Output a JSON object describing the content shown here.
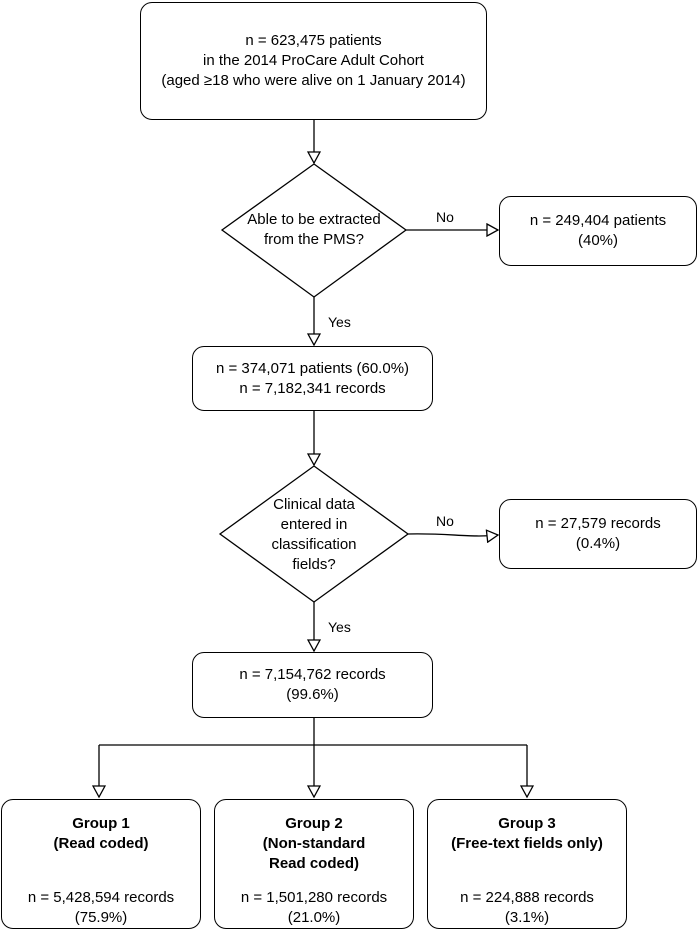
{
  "boxes": {
    "start": [
      "n = 623,475 patients",
      "in the 2014 ProCare Adult Cohort",
      "(aged ≥18 who were alive on 1 January 2014)"
    ],
    "extracted": [
      "n = 374,071 patients (60.0%)",
      "n = 7,182,341 records"
    ],
    "not_extracted": [
      "n = 249,404 patients",
      "(40%)"
    ],
    "classified": [
      "n = 7,154,762 records",
      "(99.6%)"
    ],
    "not_classified": [
      "n = 27,579 records",
      "(0.4%)"
    ]
  },
  "decisions": {
    "extract": [
      "Able to be extracted",
      "from the PMS?"
    ],
    "clinical": [
      "Clinical data",
      "entered in",
      "classification",
      "fields?"
    ]
  },
  "labels": {
    "no1": "No",
    "yes1": "Yes",
    "no2": "No",
    "yes2": "Yes"
  },
  "groups": [
    {
      "title": [
        "Group 1",
        "(Read coded)"
      ],
      "records": "n = 5,428,594 records",
      "pct": "(75.9%)"
    },
    {
      "title": [
        "Group 2",
        "(Non-standard",
        "Read coded)"
      ],
      "records": "n = 1,501,280 records",
      "pct": "(21.0%)"
    },
    {
      "title": [
        "Group 3",
        "(Free-text fields only)"
      ],
      "records": "n = 224,888 records",
      "pct": "(3.1%)"
    }
  ]
}
